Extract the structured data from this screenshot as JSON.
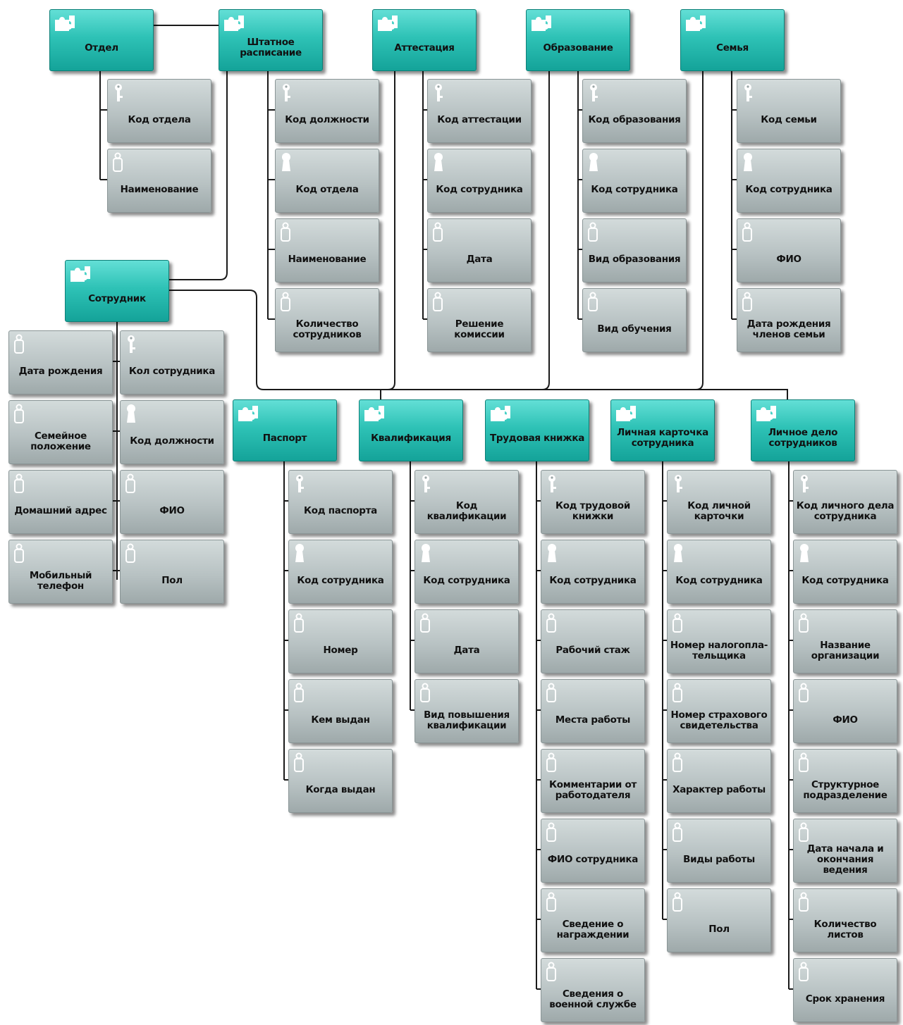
{
  "entities": {
    "otdel": {
      "title": "Отдел",
      "attributes": [
        "Код отдела",
        "Наименование"
      ]
    },
    "shtat": {
      "title": "Штатное расписание",
      "attributes": [
        "Код должности",
        "Код отдела",
        "Наименование",
        "Количество сотрудников"
      ]
    },
    "attest": {
      "title": "Аттестация",
      "attributes": [
        "Код аттестации",
        "Код сотрудника",
        "Дата",
        "Решение комиссии"
      ]
    },
    "obraz": {
      "title": "Образование",
      "attributes": [
        "Код образования",
        "Код сотрудника",
        "Вид образования",
        "Вид обучения"
      ]
    },
    "semya": {
      "title": "Семья",
      "attributes": [
        "Код семьи",
        "Код сотрудника",
        "ФИО",
        "Дата рождения членов семьи"
      ]
    },
    "sotr": {
      "title": "Сотрудник",
      "attributes_left": [
        "Дата рождения",
        "Семейное положение",
        "Домашний адрес",
        "Мобильный телефон"
      ],
      "attributes_right": [
        "Кол сотрудника",
        "Код должности",
        "ФИО",
        "Пол"
      ]
    },
    "pasport": {
      "title": "Паспорт",
      "attributes": [
        "Код паспорта",
        "Код сотрудника",
        "Номер",
        "Кем выдан",
        "Когда выдан"
      ]
    },
    "kvalif": {
      "title": "Квалификация",
      "attributes": [
        "Код квалификации",
        "Код сотрудника",
        "Дата",
        "Вид повышения квалификации"
      ]
    },
    "trud": {
      "title": "Трудовая книжка",
      "attributes": [
        "Код трудовой книжки",
        "Код сотрудника",
        "Рабочий стаж",
        "Места работы",
        "Комментарии от работодателя",
        "ФИО сотрудника",
        "Сведение о награждении",
        "Сведения о военной службе"
      ]
    },
    "lkart": {
      "title": "Личная карточка сотрудника",
      "attributes": [
        "Код личной карточки",
        "Код сотрудника",
        "Номер налогопла-тельщика",
        "Номер страхового свидетельства",
        "Характер работы",
        "Виды работы",
        "Пол"
      ]
    },
    "ldelo": {
      "title": "Личное дело сотрудников",
      "attributes": [
        "Код личного дела сотрудника",
        "Код сотрудника",
        "Название организации",
        "ФИО",
        "Структурное подразделение",
        "Дата начала и окончания ведения",
        "Количество листов",
        "Срок хранения"
      ]
    }
  },
  "key_types": {
    "otdel": [
      "primary",
      "plain"
    ],
    "shtat": [
      "primary",
      "foreign",
      "plain",
      "plain"
    ],
    "attest": [
      "primary",
      "foreign",
      "plain",
      "plain"
    ],
    "obraz": [
      "primary",
      "foreign",
      "plain",
      "plain"
    ],
    "semya": [
      "primary",
      "foreign",
      "plain",
      "plain"
    ],
    "sotr_left": [
      "plain",
      "plain",
      "plain",
      "plain"
    ],
    "sotr_right": [
      "primary",
      "foreign",
      "plain",
      "plain"
    ],
    "pasport": [
      "primary",
      "foreign",
      "plain",
      "plain",
      "plain"
    ],
    "kvalif": [
      "primary",
      "foreign",
      "plain",
      "plain"
    ],
    "trud": [
      "primary",
      "foreign",
      "plain",
      "plain",
      "plain",
      "plain",
      "plain",
      "plain"
    ],
    "lkart": [
      "primary",
      "foreign",
      "plain",
      "plain",
      "plain",
      "plain",
      "plain"
    ],
    "ldelo": [
      "primary",
      "foreign",
      "plain",
      "plain",
      "plain",
      "plain",
      "plain",
      "plain"
    ]
  },
  "icons": {
    "entity": "puzzle-icon",
    "primary": "key-icon",
    "foreign": "keyhole-icon",
    "plain": "tag-icon"
  },
  "colors": {
    "entity": "#2ec2b6",
    "attribute": "#b8c2c3",
    "connector": "#1a1a1a"
  }
}
